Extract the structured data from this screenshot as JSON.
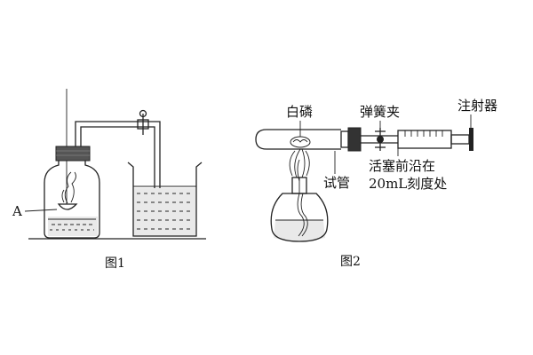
{
  "figure1": {
    "caption": "图1",
    "label_a": "A"
  },
  "figure2": {
    "caption": "图2",
    "label_white_phosphorus": "白磷",
    "label_spring_clamp": "弹簧夹",
    "label_syringe": "注射器",
    "label_test_tube": "试管",
    "label_plunger_line1": "活塞前沿在",
    "label_plunger_line2": "20mL刻度处"
  }
}
